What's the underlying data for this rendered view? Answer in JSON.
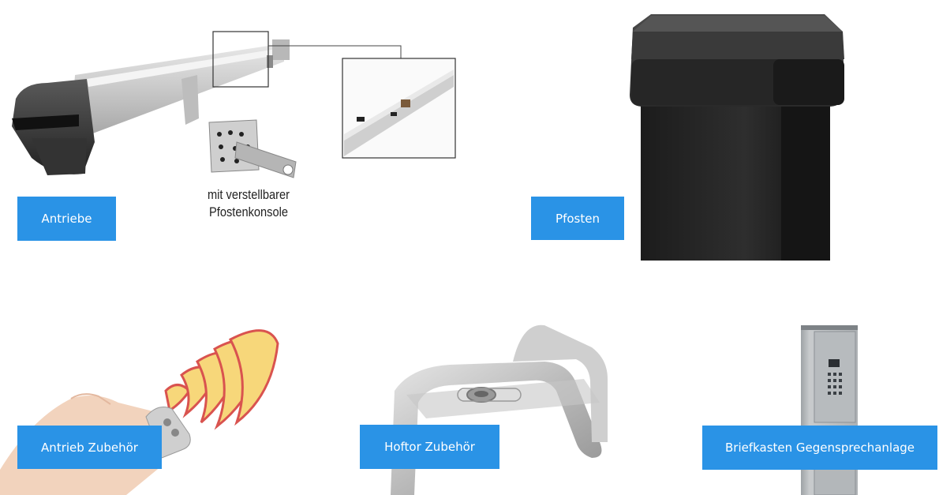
{
  "accent_color": "#2a93e6",
  "tiles": [
    {
      "id": "antriebe",
      "button_label": "Antriebe",
      "caption_line1": "mit verstellbarer",
      "caption_line2": "Pfostenkonsole",
      "image": "gate-drive-actuator"
    },
    {
      "id": "pfosten",
      "button_label": "Pfosten",
      "image": "black-post-with-cap"
    },
    {
      "id": "antrieb-zubehoer",
      "button_label": "Antrieb Zubehör",
      "image": "hand-with-remote-control"
    },
    {
      "id": "hoftor-zubehoer",
      "button_label": "Hoftor Zubehör",
      "image": "metal-gate-stopper"
    },
    {
      "id": "briefkasten",
      "button_label": "Briefkasten Gegensprechanlage",
      "image": "mailbox-intercom-column"
    }
  ]
}
